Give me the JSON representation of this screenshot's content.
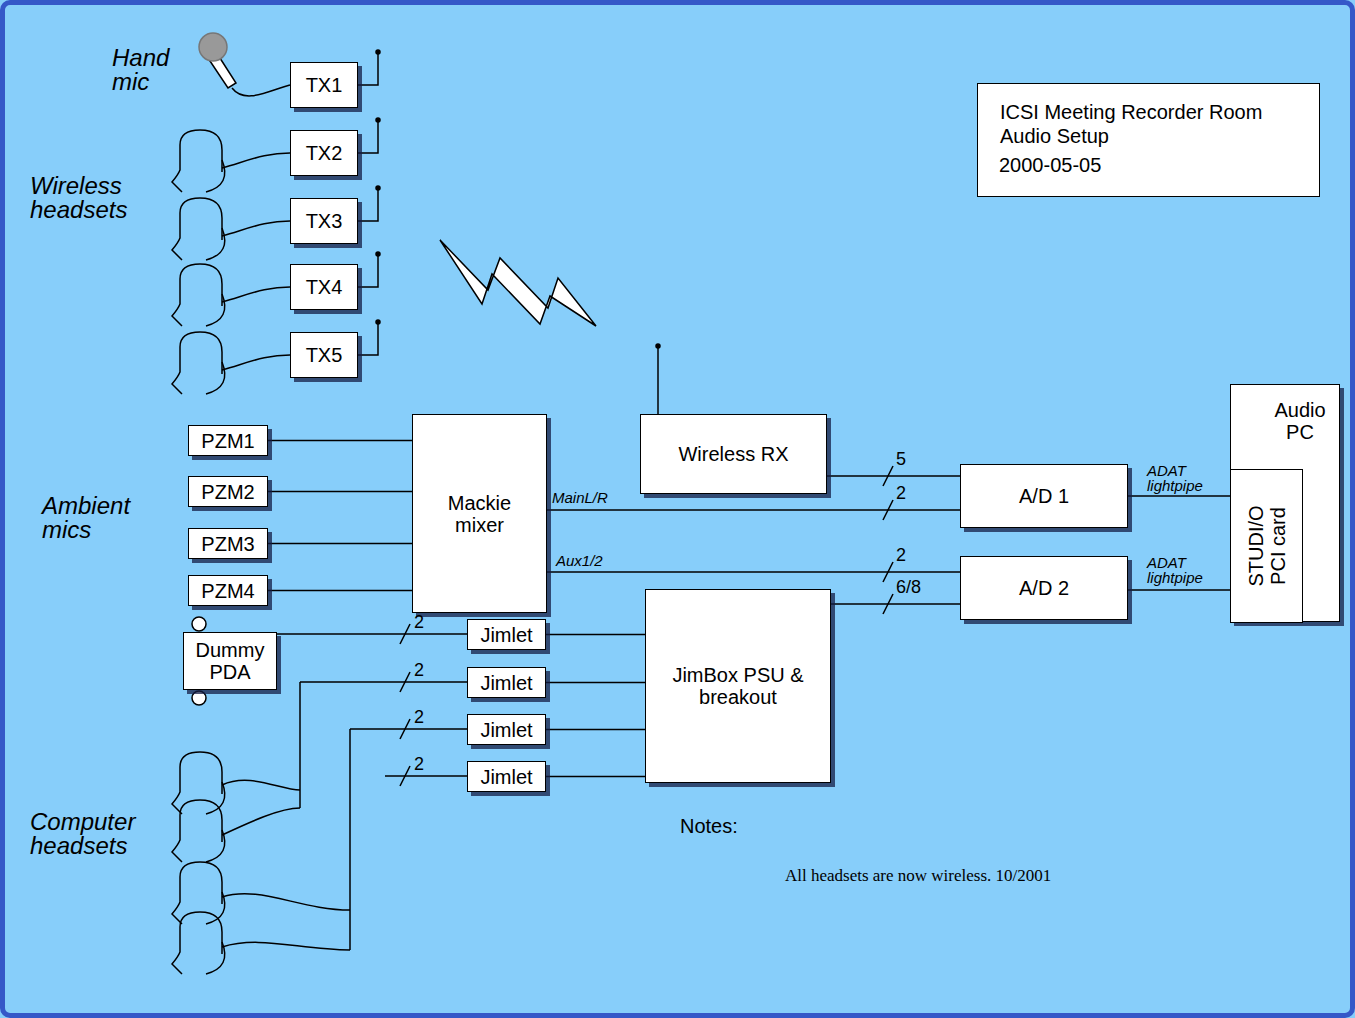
{
  "diagram": {
    "title": "ICSI Meeting Recorder Room Audio Setup",
    "nodes": [
      {
        "text": [
          "TX1"
        ]
      },
      {
        "text": [
          "TX2"
        ]
      },
      {
        "text": [
          "TX3"
        ]
      },
      {
        "text": [
          "TX4"
        ]
      },
      {
        "text": [
          "TX5"
        ]
      },
      {
        "text": [
          "PZM1"
        ]
      },
      {
        "text": [
          "PZM2"
        ]
      },
      {
        "text": [
          "PZM3"
        ]
      },
      {
        "text": [
          "PZM4"
        ]
      },
      {
        "text": [
          "Dummy PDA"
        ]
      },
      {
        "text": [
          "Mackie mixer"
        ]
      },
      {
        "text": [
          "Wireless RX"
        ]
      },
      {
        "text": [
          "A/D 1"
        ]
      },
      {
        "text": [
          "A/D 2"
        ]
      },
      {
        "text": [
          "JimBox PSU & breakout"
        ]
      },
      {
        "text": [
          "Jimlet"
        ]
      },
      {
        "text": [
          "Jimlet"
        ]
      },
      {
        "text": [
          "Jimlet"
        ]
      },
      {
        "text": [
          "Jimlet"
        ]
      },
      {
        "text": [
          "Audio PC"
        ]
      },
      {
        "text": [
          "STUDI/O PCI card"
        ],
        "in": 19
      }
    ],
    "edges": [
      {
        "from": 5,
        "to": 10,
        "arrow": "none"
      },
      {
        "from": 6,
        "to": 10,
        "arrow": "none"
      },
      {
        "from": 7,
        "to": 10,
        "arrow": "none"
      },
      {
        "from": 8,
        "to": 10,
        "arrow": "none"
      },
      {
        "from": 10,
        "to": 12,
        "label": "MainL/R",
        "arrow": "none"
      },
      {
        "from": 10,
        "to": 13,
        "label": "Aux1/2",
        "arrow": "none"
      },
      {
        "from": 11,
        "to": 12,
        "arrow": "none"
      },
      {
        "from": 14,
        "to": 13,
        "arrow": "none"
      },
      {
        "from": 9,
        "to": 15,
        "arrow": "none"
      },
      {
        "from": 15,
        "to": 14,
        "arrow": "none"
      },
      {
        "from": 16,
        "to": 14,
        "arrow": "none"
      },
      {
        "from": 17,
        "to": 14,
        "arrow": "none"
      },
      {
        "from": 18,
        "to": 14,
        "arrow": "none"
      },
      {
        "from": 12,
        "to": 20,
        "label": "ADAT lightpipe",
        "arrow": "none"
      },
      {
        "from": 13,
        "to": 20,
        "label": "ADAT lightpipe",
        "arrow": "none"
      }
    ],
    "labels": [
      "Hand mic",
      "Wireless headsets",
      "Ambient mics",
      "Computer headsets",
      "5",
      "2",
      "2",
      "6/8",
      "2",
      "2",
      "2",
      "2",
      "Notes:",
      "All headsets are now wireless. 10/2001",
      "2000-05-05"
    ]
  }
}
